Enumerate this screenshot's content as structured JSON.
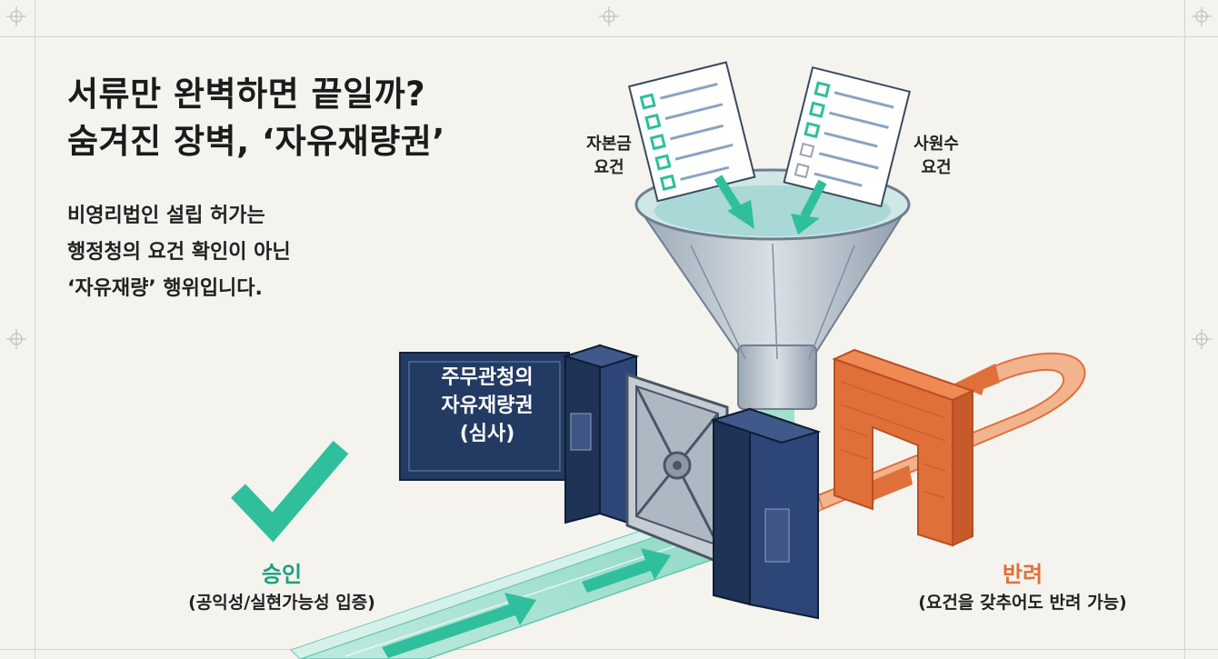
{
  "title": {
    "line1": "서류만 완벽하면 끝일까?",
    "line2": "숨겨진 장벽, ‘자유재량권’"
  },
  "lead": {
    "line1": "비영리법인 설립 허가는",
    "line2": "행정청의 요건 확인이 아닌",
    "line3": "‘자유재량’ 행위입니다."
  },
  "requirements": {
    "capital": {
      "line1": "자본금",
      "line2": "요건"
    },
    "staff": {
      "line1": "사원수",
      "line2": "요건"
    }
  },
  "gate_panel": {
    "line1": "주무관청의",
    "line2": "자유재량권",
    "line3": "(심사)"
  },
  "approve": {
    "label": "승인",
    "note": "(공익성/실현가능성 입증)"
  },
  "reject": {
    "label": "반려",
    "note": "(요건을 갖추어도 반려 가능)"
  },
  "colors": {
    "background": "#f4f3ee",
    "navy": "#233a63",
    "teal": "#2fbf9c",
    "orange": "#e0703a",
    "steel": "#aeb8c3",
    "text": "#1b1b1b"
  }
}
